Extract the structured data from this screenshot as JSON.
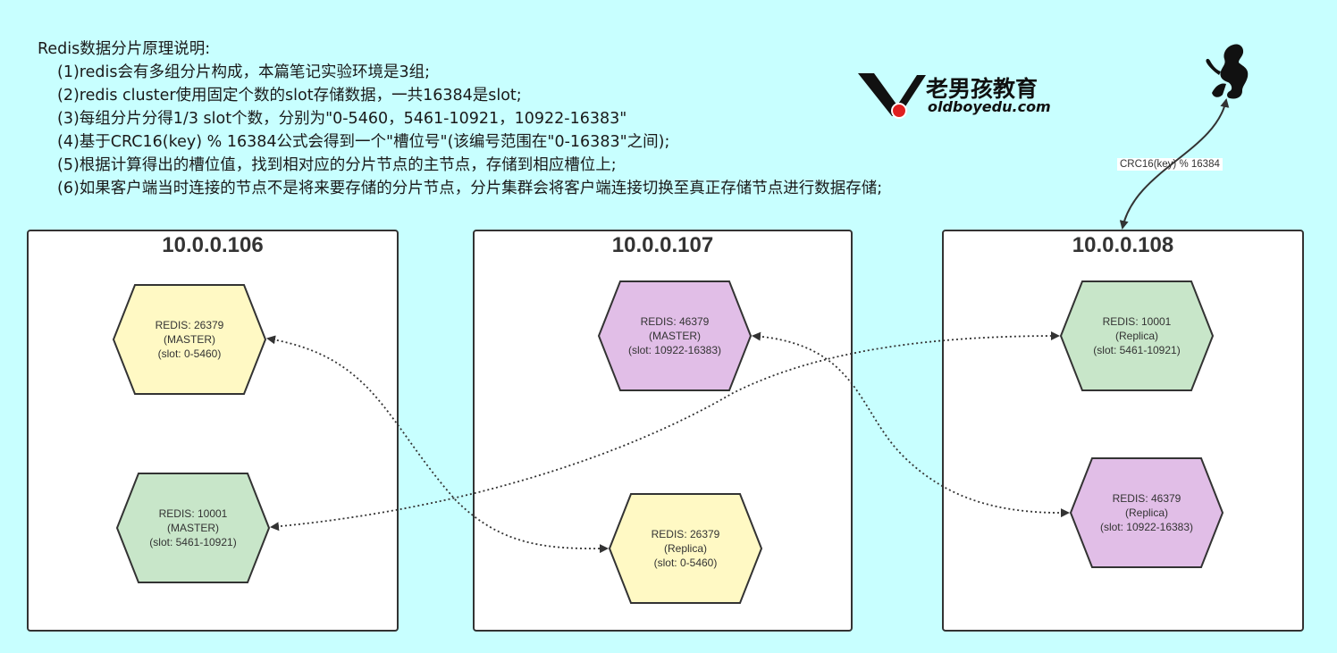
{
  "notes": {
    "title": "Redis数据分片原理说明:",
    "items": [
      "(1)redis会有多组分片构成，本篇笔记实验环境是3组;",
      "(2)redis cluster使用固定个数的slot存储数据，一共16384是slot;",
      "(3)每组分片分得1/3 slot个数，分别为\"0-5460，5461-10921，10922-16383\"",
      "(4)基于CRC16(key) % 16384公式会得到一个\"槽位号\"(该编号范围在\"0-16383\"之间);",
      "(5)根据计算得出的槽位值，找到相对应的分片节点的主节点，存储到相应槽位上;",
      "(6)如果客户端当时连接的节点不是将来要存储的分片节点，分片集群会将客户端连接切换至真正存储节点进行数据存储;"
    ]
  },
  "logo": {
    "brand_cn": "老男孩教育",
    "brand_en": "oldboyedu.com"
  },
  "client": {
    "icon": "client-silhouette-icon",
    "formula": "CRC16(key) % 16384"
  },
  "colors": {
    "yellow": "#fff9c4",
    "purple": "#e1bee7",
    "green": "#c8e6c9",
    "stroke": "#333333",
    "background": "#c8ffff"
  },
  "servers": [
    {
      "ip": "10.0.0.106",
      "nodes": [
        {
          "line1": "REDIS: 26379",
          "line2": "(MASTER)",
          "line3": "(slot: 0-5460)",
          "color": "#fff9c4"
        },
        {
          "line1": "REDIS: 10001",
          "line2": "(MASTER)",
          "line3": "(slot: 5461-10921)",
          "color": "#c8e6c9"
        }
      ]
    },
    {
      "ip": "10.0.0.107",
      "nodes": [
        {
          "line1": "REDIS: 46379",
          "line2": "(MASTER)",
          "line3": "(slot: 10922-16383)",
          "color": "#e1bee7"
        },
        {
          "line1": "REDIS: 26379",
          "line2": "(Replica)",
          "line3": "(slot: 0-5460)",
          "color": "#fff9c4"
        }
      ]
    },
    {
      "ip": "10.0.0.108",
      "nodes": [
        {
          "line1": "REDIS:  10001",
          "line2": "(Replica)",
          "line3": "(slot: 5461-10921)",
          "color": "#c8e6c9"
        },
        {
          "line1": "REDIS: 46379",
          "line2": "(Replica)",
          "line3": "(slot: 10922-16383)",
          "color": "#e1bee7"
        }
      ]
    }
  ]
}
